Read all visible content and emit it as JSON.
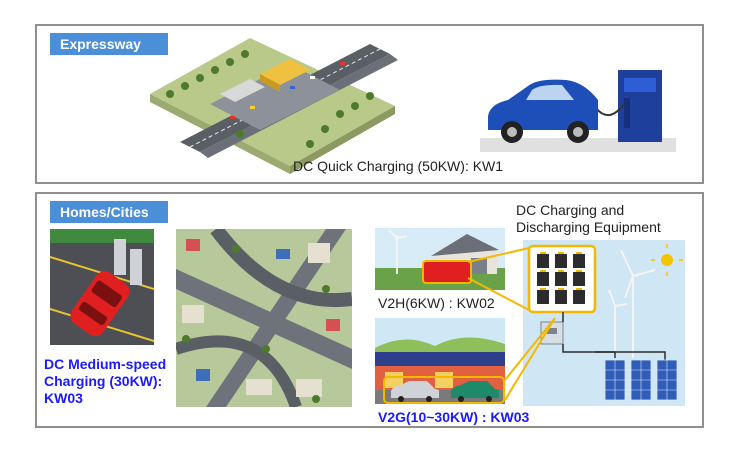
{
  "expressway": {
    "tag": "Expressway",
    "caption": "DC Quick Charging (50KW): KW1"
  },
  "homes": {
    "tag": "Homes/Cities",
    "medium_line1": "DC Medium-speed",
    "medium_line2": "Charging (30KW):",
    "medium_line3": "KW03",
    "v2h": "V2H(6KW) : KW02",
    "v2g": "V2G(10~30KW) : KW03",
    "equip_line1": "DC Charging and",
    "equip_line2": "Discharging Equipment"
  },
  "colors": {
    "tag_blue": "#4a8fd8",
    "label_blue": "#1a1aff",
    "highlight_orange": "#f5b800",
    "car_blue": "#1e4fb8",
    "car_red": "#e02020"
  }
}
